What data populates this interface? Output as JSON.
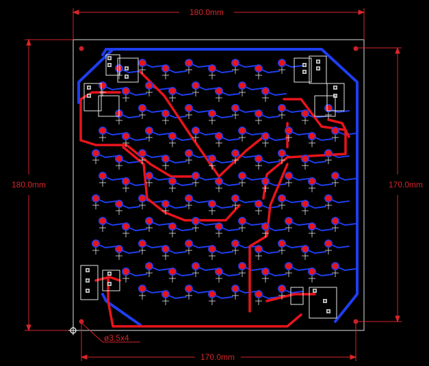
{
  "dimensions": {
    "top_width": "180.0mm",
    "left_height": "180.0mm",
    "right_height": "170.0mm",
    "bottom_width": "170.0mm",
    "hole_note": "ø3.5x4"
  },
  "colors": {
    "background": "#000000",
    "outer_white": "#ffffff",
    "board_outline": "#e0e0e0",
    "top_copper": "#e8141c",
    "bottom_copper": "#1f3ef0",
    "dimension": "#d8262a",
    "pad": "#c8c8c8",
    "silkscreen": "#e8e8e8"
  }
}
